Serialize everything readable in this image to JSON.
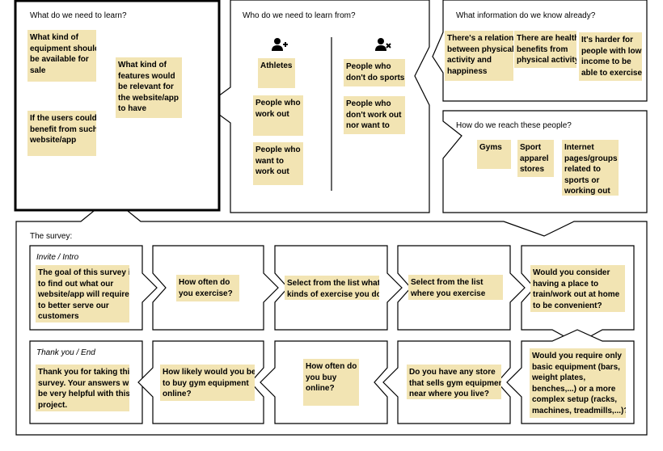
{
  "colors": {
    "sticky": "#f2e4b3",
    "border": "#000000"
  },
  "icons": {
    "add_user": "user-plus-icon",
    "remove_user": "user-x-icon"
  },
  "panels": {
    "learn": {
      "title": "What do we need to learn?",
      "notes": [
        "What kind of\nequipment should\nbe available for\nsale",
        "What kind of\nfeatures would\nbe relevant for\nthe website/app\nto have",
        "If the users could\nbenefit from such\nwebsite/app"
      ]
    },
    "who": {
      "title": "Who do we need to learn from?",
      "include": [
        "Athletes",
        "People who\nwork out",
        "People who\nwant to\nwork out"
      ],
      "exclude": [
        "People who\ndon't do sports",
        "People who\ndon't work out\nnor want to"
      ]
    },
    "know": {
      "title": "What information do we know already?",
      "notes": [
        "There's a relation\nbetween physical\nactivity and\nhappiness",
        "There are health\nbenefits from\nphysical activity",
        "It's harder for\npeople with low\nincome to be\nable to exercise"
      ]
    },
    "reach": {
      "title": "How do we reach these people?",
      "notes": [
        "Gyms",
        "Sport\napparel\nstores",
        "Internet\npages/groups\nrelated to\nsports or\nworking out"
      ]
    }
  },
  "survey": {
    "title": "The survey:",
    "intro_label": "Invite / Intro",
    "end_label": "Thank you / End",
    "row1": [
      "The goal of this survey is\nto find out what our\nwebsite/app will require\nto better serve our\ncustomers",
      "How often do\nyou exercise?",
      "Select from the list what\nkinds of exercise you do",
      "Select from the list\nwhere you exercise",
      "Would you consider\nhaving a place to\ntrain/work out at home\nto be convenient?"
    ],
    "row2": [
      "Thank you for taking this\nsurvey. Your answers will\nbe very helpful with this\nproject.",
      "How likely would you be\nto buy gym equipment\nonline?",
      "How often do\nyou buy\nonline?",
      "Do you have any store\nthat sells gym equipment\nnear where you live?",
      "Would you require only\nbasic equipment (bars,\nweight plates,\nbenches,...) or a more\ncomplex setup (racks,\nmachines, treadmills,...)?"
    ]
  }
}
